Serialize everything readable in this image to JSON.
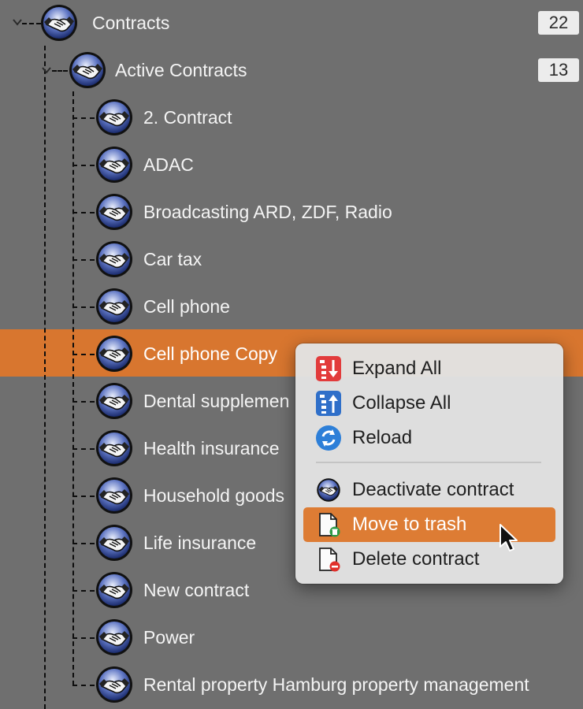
{
  "tree": {
    "root": {
      "label": "Contracts",
      "count": "22"
    },
    "group": {
      "label": "Active Contracts",
      "count": "13"
    },
    "items": [
      {
        "label": "2. Contract"
      },
      {
        "label": "ADAC"
      },
      {
        "label": "Broadcasting ARD, ZDF, Radio"
      },
      {
        "label": "Car tax"
      },
      {
        "label": "Cell phone"
      },
      {
        "label": "Cell phone Copy"
      },
      {
        "label": "Dental supplemen"
      },
      {
        "label": "Health insurance"
      },
      {
        "label": "Household goods"
      },
      {
        "label": "Life insurance"
      },
      {
        "label": "New contract"
      },
      {
        "label": "Power"
      },
      {
        "label": "Rental property Hamburg property management"
      }
    ]
  },
  "context_menu": {
    "items": [
      {
        "label": "Expand All",
        "icon": "expand-all-icon"
      },
      {
        "label": "Collapse All",
        "icon": "collapse-all-icon"
      },
      {
        "label": "Reload",
        "icon": "reload-icon"
      },
      {
        "label": "Deactivate contract",
        "icon": "handshake-globe-icon"
      },
      {
        "label": "Move to trash",
        "icon": "move-to-trash-icon"
      },
      {
        "label": "Delete contract",
        "icon": "delete-contract-icon"
      }
    ]
  },
  "colors": {
    "background": "#6f6f6f",
    "selection": "#d8762f",
    "menu_highlight": "#dd7c34",
    "menu_background": "#e2e2e2"
  }
}
